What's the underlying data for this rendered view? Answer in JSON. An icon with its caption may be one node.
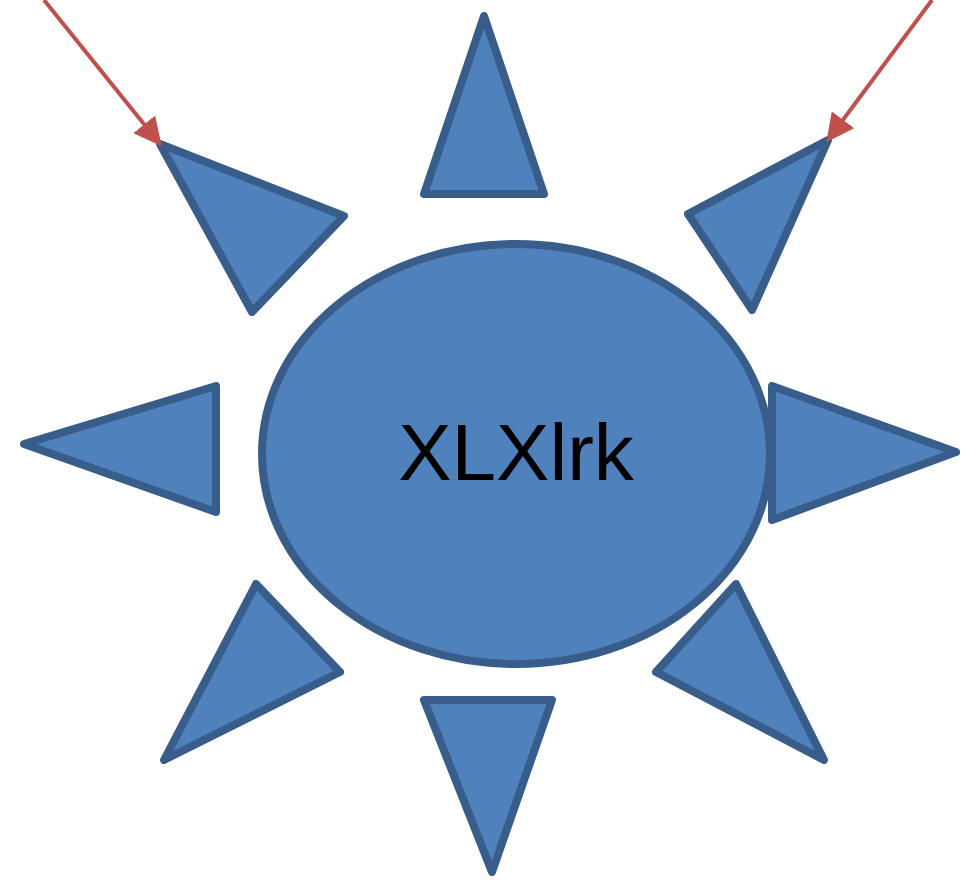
{
  "diagram": {
    "nodes": [
      {
        "text": [],
        "shape": "triangle"
      },
      {
        "text": [],
        "shape": "triangle"
      },
      {
        "text": [],
        "shape": "triangle"
      },
      {
        "text": [],
        "shape": "triangle"
      },
      {
        "text": [
          "XLXlrk"
        ]
      },
      {
        "text": [],
        "shape": "triangle"
      },
      {
        "text": [],
        "shape": "triangle"
      },
      {
        "text": [],
        "shape": "triangle"
      },
      {
        "text": [],
        "shape": "triangle"
      }
    ],
    "edges": [
      {
        "from": null,
        "to": 1,
        "arrow": "to"
      },
      {
        "from": null,
        "to": 2,
        "arrow": "to"
      }
    ]
  }
}
